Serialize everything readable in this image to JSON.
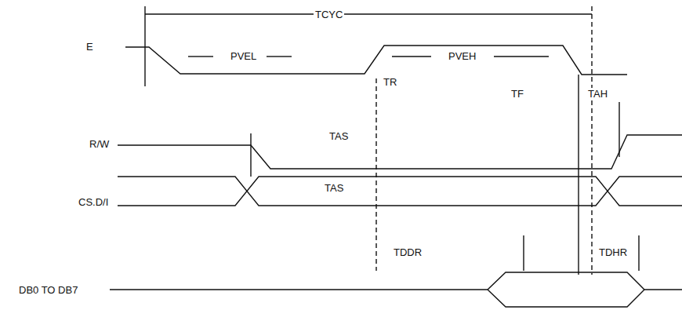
{
  "diagram": {
    "labels": [
      "TCYC",
      "E",
      "PVEL",
      "PVEH",
      "TR",
      "TF",
      "TAH",
      "R/W",
      "TAS",
      "TAS",
      "CS.D/I",
      "TDDR",
      "TDHR",
      "DB0 TO DB7"
    ]
  }
}
